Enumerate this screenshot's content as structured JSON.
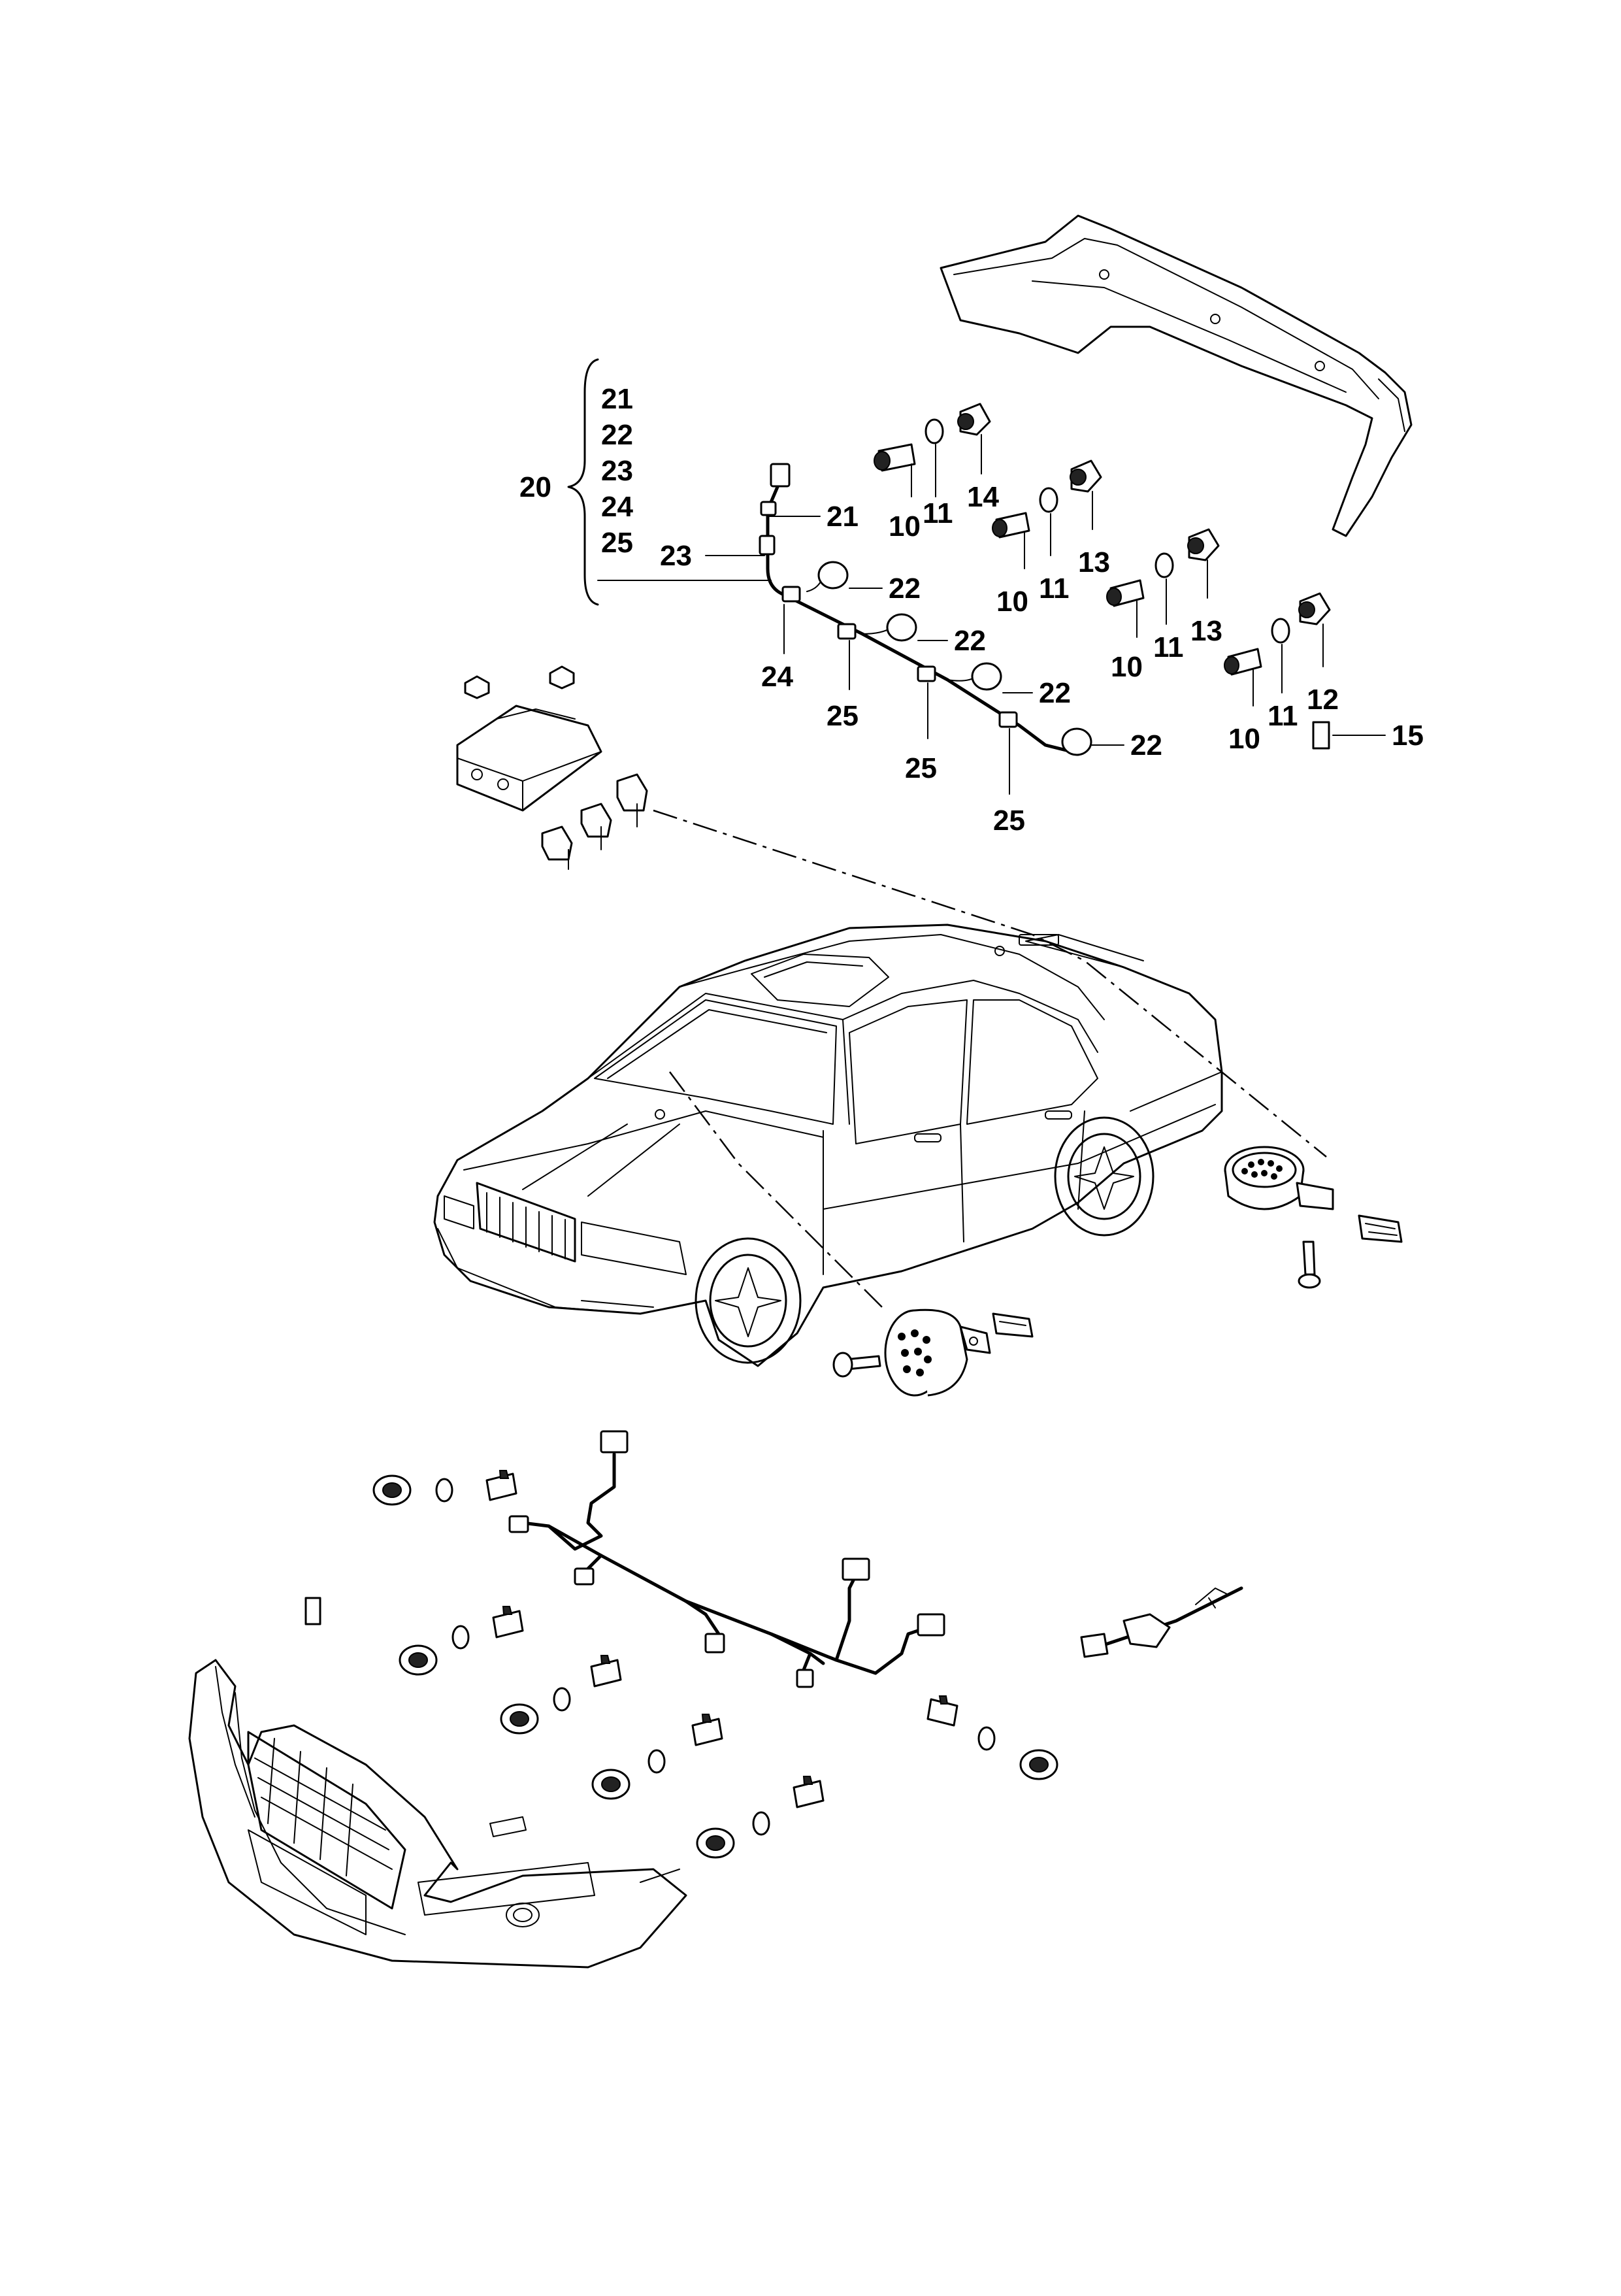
{
  "diagram": {
    "group_label": "20",
    "group_items": [
      "21",
      "22",
      "23",
      "24",
      "25"
    ],
    "callouts": [
      {
        "id": "c21",
        "text": "21"
      },
      {
        "id": "c23",
        "text": "23"
      },
      {
        "id": "c24",
        "text": "24"
      },
      {
        "id": "c22a",
        "text": "22"
      },
      {
        "id": "c22b",
        "text": "22"
      },
      {
        "id": "c22c",
        "text": "22"
      },
      {
        "id": "c22d",
        "text": "22"
      },
      {
        "id": "c25a",
        "text": "25"
      },
      {
        "id": "c25b",
        "text": "25"
      },
      {
        "id": "c25c",
        "text": "25"
      },
      {
        "id": "c10a",
        "text": "10"
      },
      {
        "id": "c11a",
        "text": "11"
      },
      {
        "id": "c14",
        "text": "14"
      },
      {
        "id": "c10b",
        "text": "10"
      },
      {
        "id": "c11b",
        "text": "11"
      },
      {
        "id": "c13a",
        "text": "13"
      },
      {
        "id": "c10c",
        "text": "10"
      },
      {
        "id": "c11c",
        "text": "11"
      },
      {
        "id": "c13b",
        "text": "13"
      },
      {
        "id": "c10d",
        "text": "10"
      },
      {
        "id": "c11d",
        "text": "11"
      },
      {
        "id": "c12",
        "text": "12"
      },
      {
        "id": "c15",
        "text": "15"
      }
    ]
  }
}
